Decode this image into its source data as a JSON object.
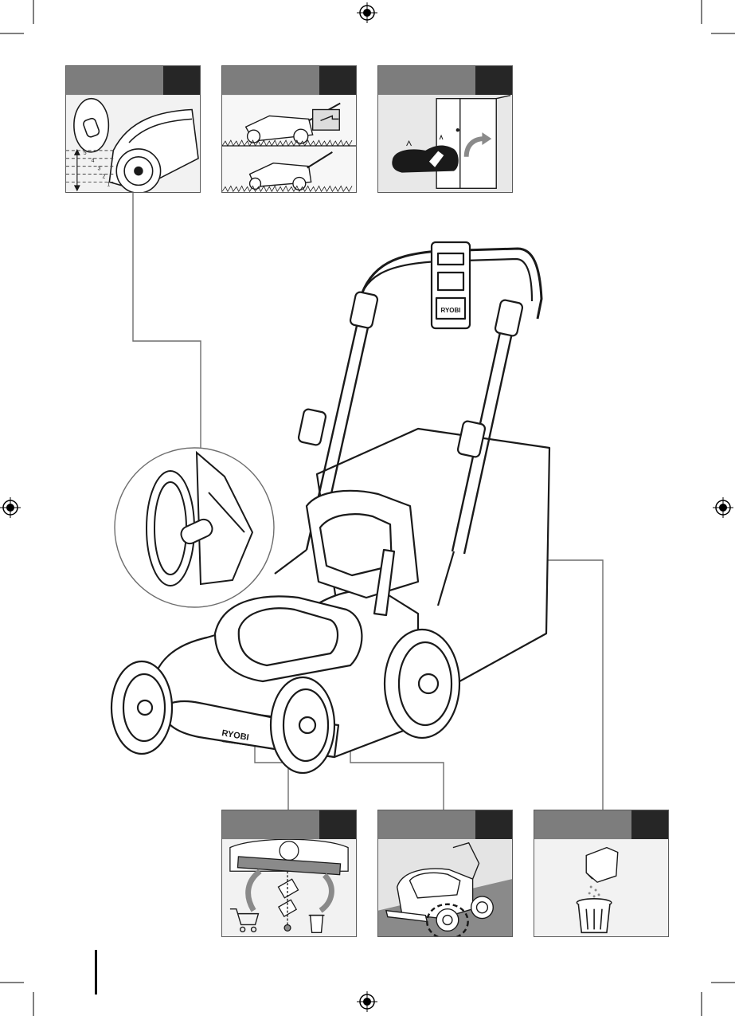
{
  "brand": {
    "logo_text": "RYOBI"
  },
  "panels": [
    {
      "id": "height-adjust",
      "scale_numbers": [
        "5",
        "4",
        "3",
        "2",
        "1"
      ]
    },
    {
      "id": "mulch-bag-mode"
    },
    {
      "id": "storage"
    },
    {
      "id": "blade-replacement"
    },
    {
      "id": "wheel-check"
    },
    {
      "id": "empty-bag"
    }
  ],
  "colors": {
    "panel_header": "#7d7d7d",
    "panel_number_box": "#262626",
    "panel_background": "#e4e4e4",
    "line_art": "#1a1a1a"
  }
}
